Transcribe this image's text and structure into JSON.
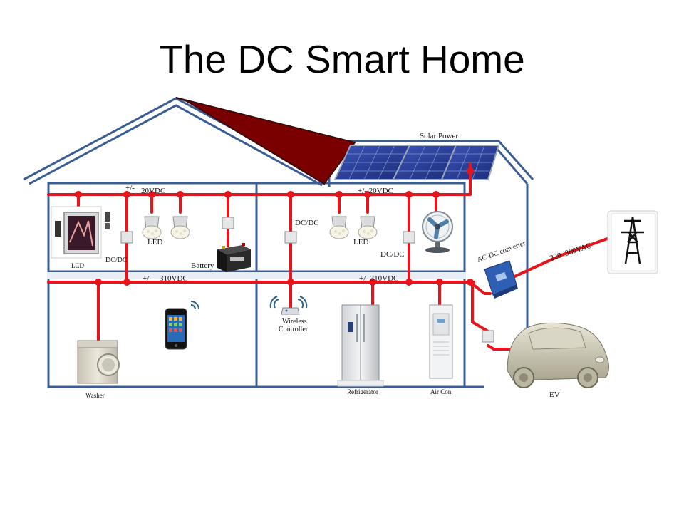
{
  "title": "The DC Smart Home",
  "colors": {
    "wire": "#e8141c",
    "wall": "#3a5d95",
    "roof_band": "#7a0000"
  },
  "labels": {
    "solar_power": "Solar Power",
    "bus20_left_sign": "+/-",
    "bus20_left_volt": "20VDC",
    "bus20_right": "+/- 20VDC",
    "bus310_left_sign": "+/-",
    "bus310_left_volt": "310VDC",
    "bus310_right": "+/- 310VDC",
    "lcd": "LCD",
    "dcdc_left": "DC/DC",
    "led_left": "LED",
    "battery": "Battery",
    "dcdc_upper_right": "DC/DC",
    "led_right": "LED",
    "dcdc_lower_right": "DC/DC",
    "ac_dc_converter": "AC-DC converter",
    "grid_voltage": "220 /380VAC",
    "wireless": "Wireless",
    "controller": "Controller",
    "washer": "Washer",
    "refrigerator": "Refrigerator",
    "air_con": "Air Con",
    "ev": "EV"
  }
}
